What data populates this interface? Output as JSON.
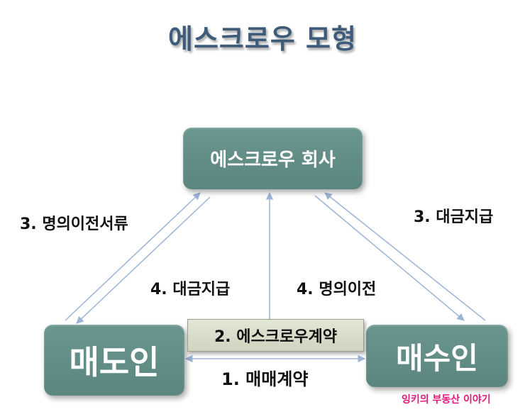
{
  "title": "에스크로우 모형",
  "nodes": {
    "escrow": "에스크로우 회사",
    "seller": "매도인",
    "buyer": "매수인"
  },
  "contract_label": "2. 에스크로우계약",
  "edge_labels": {
    "docs_to_escrow": "3. 명의이전서류",
    "payment_to_escrow": "3. 대금지급",
    "payment_to_seller": "4. 대금지급",
    "transfer_to_buyer": "4. 명의이전",
    "sale_contract": "1. 매매계약"
  },
  "watermark": "잉키의 부동산 이야기",
  "colors": {
    "title": "#3e5c79",
    "node_fill": "#5f8a84",
    "arrow": "#9db3d6",
    "watermark": "#e0187a"
  }
}
